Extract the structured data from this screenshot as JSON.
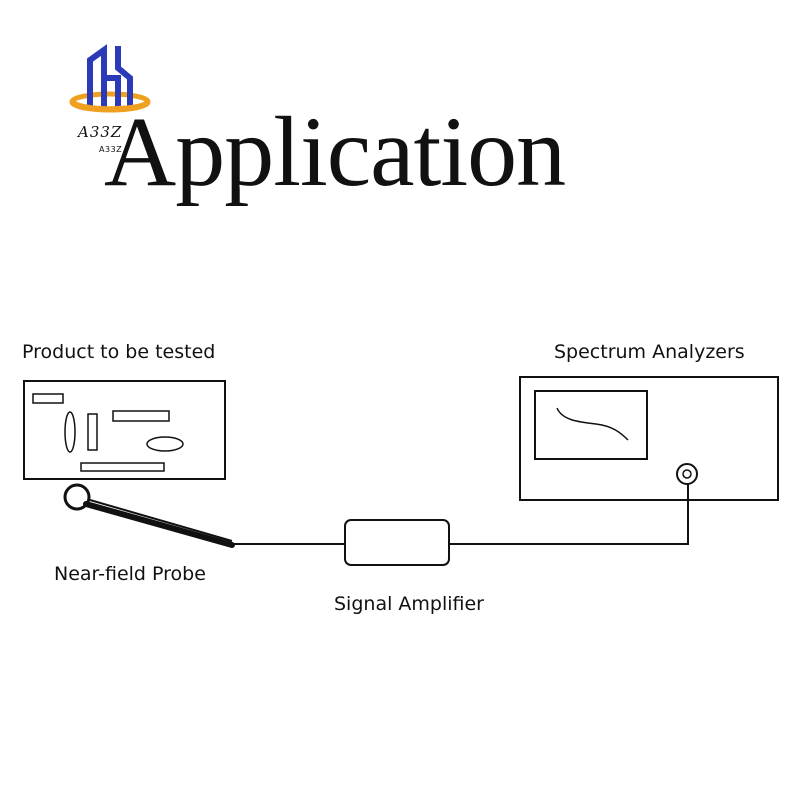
{
  "title": "Application",
  "logo": {
    "name": "A33Z",
    "subtext": "A33Z",
    "brand_colors": {
      "blue": "#2b3bb8",
      "gold": "#f0a020"
    },
    "icon": "building-logo-icon"
  },
  "diagram": {
    "product_label": "Product to be tested",
    "spectrum_label": "Spectrum Analyzers",
    "probe_label": "Near-field Probe",
    "amplifier_label": "Signal Amplifier",
    "line_color": "#111111"
  }
}
